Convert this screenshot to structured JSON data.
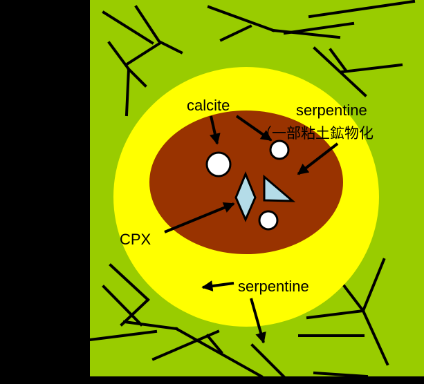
{
  "labels": {
    "calcite": "calcite",
    "serpentine_inner": "serpentine",
    "clay_note": "（一部粘土鉱物化",
    "cpx": "CPX",
    "serpentine_outer": "serpentine"
  },
  "colors": {
    "background": "#000000",
    "matrix": "#99CC00",
    "rim": "#FFFF00",
    "core": "#993300",
    "cpx_mineral": "#B4DCE8",
    "calcite_grain": "#FFFFFF",
    "line": "#000000"
  }
}
